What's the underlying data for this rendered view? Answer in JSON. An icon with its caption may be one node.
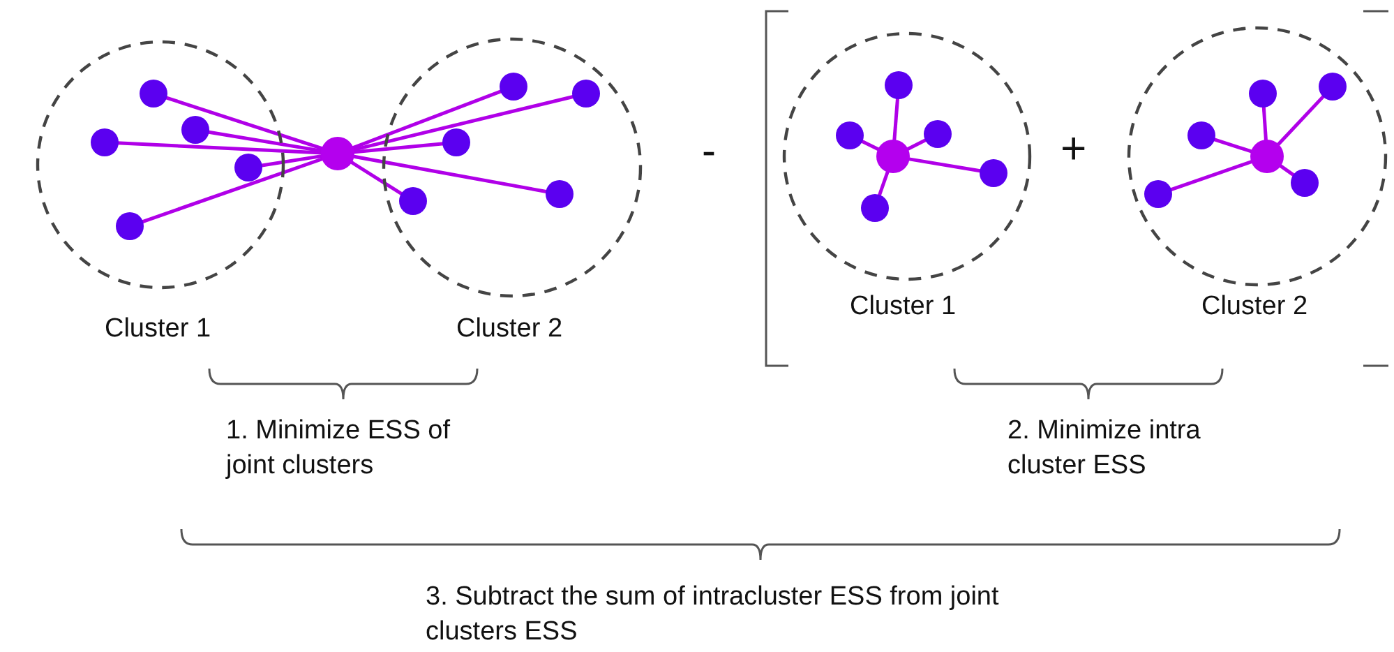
{
  "diagram": {
    "nodes": [
      {
        "text": [
          "Cluster 1"
        ]
      },
      {
        "text": [],
        "shape": "circle",
        "in": 0
      },
      {
        "text": [],
        "shape": "circle",
        "in": 0
      },
      {
        "text": [],
        "shape": "circle",
        "in": 0
      },
      {
        "text": [],
        "shape": "circle",
        "in": 0
      },
      {
        "text": [],
        "shape": "circle",
        "in": 0
      },
      {
        "text": [
          "Cluster 2"
        ]
      },
      {
        "text": [],
        "shape": "circle",
        "in": 6
      },
      {
        "text": [],
        "shape": "circle",
        "in": 6
      },
      {
        "text": [],
        "shape": "circle",
        "in": 6
      },
      {
        "text": [],
        "shape": "circle",
        "in": 6
      },
      {
        "text": [],
        "shape": "circle",
        "in": 6
      },
      {
        "text": [],
        "shape": "circle"
      },
      {
        "text": [
          "Cluster 1"
        ]
      },
      {
        "text": [],
        "shape": "circle",
        "in": 13
      },
      {
        "text": [],
        "shape": "circle",
        "in": 13
      },
      {
        "text": [],
        "shape": "circle",
        "in": 13
      },
      {
        "text": [],
        "shape": "circle",
        "in": 13
      },
      {
        "text": [],
        "shape": "circle",
        "in": 13
      },
      {
        "text": [],
        "shape": "circle",
        "in": 13
      },
      {
        "text": [
          "Cluster 2"
        ]
      },
      {
        "text": [],
        "shape": "circle",
        "in": 20
      },
      {
        "text": [],
        "shape": "circle",
        "in": 20
      },
      {
        "text": [],
        "shape": "circle",
        "in": 20
      },
      {
        "text": [],
        "shape": "circle",
        "in": 20
      },
      {
        "text": [],
        "shape": "circle",
        "in": 20
      },
      {
        "text": [],
        "shape": "circle",
        "in": 20
      }
    ],
    "edges": [
      {
        "from": 1,
        "to": 12,
        "arrow": "none"
      },
      {
        "from": 2,
        "to": 12,
        "arrow": "none"
      },
      {
        "from": 3,
        "to": 12,
        "arrow": "none"
      },
      {
        "from": 4,
        "to": 12,
        "arrow": "none"
      },
      {
        "from": 5,
        "to": 12,
        "arrow": "none"
      },
      {
        "from": 7,
        "to": 12,
        "arrow": "none"
      },
      {
        "from": 8,
        "to": 12,
        "arrow": "none"
      },
      {
        "from": 9,
        "to": 12,
        "arrow": "none"
      },
      {
        "from": 10,
        "to": 12,
        "arrow": "none"
      },
      {
        "from": 11,
        "to": 12,
        "arrow": "none"
      },
      {
        "from": 14,
        "to": 19,
        "arrow": "none"
      },
      {
        "from": 15,
        "to": 19,
        "arrow": "none"
      },
      {
        "from": 16,
        "to": 19,
        "arrow": "none"
      },
      {
        "from": 17,
        "to": 19,
        "arrow": "none"
      },
      {
        "from": 18,
        "to": 19,
        "arrow": "none"
      },
      {
        "from": 21,
        "to": 26,
        "arrow": "none"
      },
      {
        "from": 22,
        "to": 26,
        "arrow": "none"
      },
      {
        "from": 23,
        "to": 26,
        "arrow": "none"
      },
      {
        "from": 24,
        "to": 26,
        "arrow": "none"
      },
      {
        "from": 25,
        "to": 26,
        "arrow": "none"
      }
    ],
    "labels": [
      "-",
      "+",
      "1. Minimize ESS of joint clusters",
      "2. Minimize intra cluster ESS",
      "3. Subtract the sum of intracluster ESS from joint clusters ESS"
    ]
  }
}
